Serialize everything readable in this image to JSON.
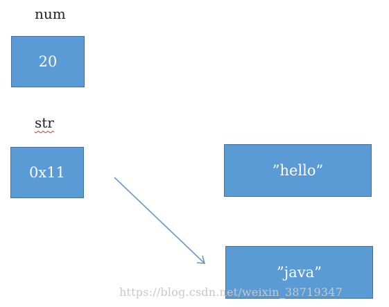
{
  "variables": {
    "num": {
      "name": "num",
      "value": "20"
    },
    "str": {
      "name": "str",
      "value": "0x11"
    }
  },
  "heap": {
    "hello": "”hello”",
    "java": "”java”"
  },
  "colors": {
    "box_fill": "#5b9bd5",
    "box_border": "#41719c",
    "box_text": "#ffffff",
    "arrow": "#6f96c2",
    "watermark": "#c8c8c8"
  },
  "watermark": "https://blog.csdn.net/weixin_38719347"
}
